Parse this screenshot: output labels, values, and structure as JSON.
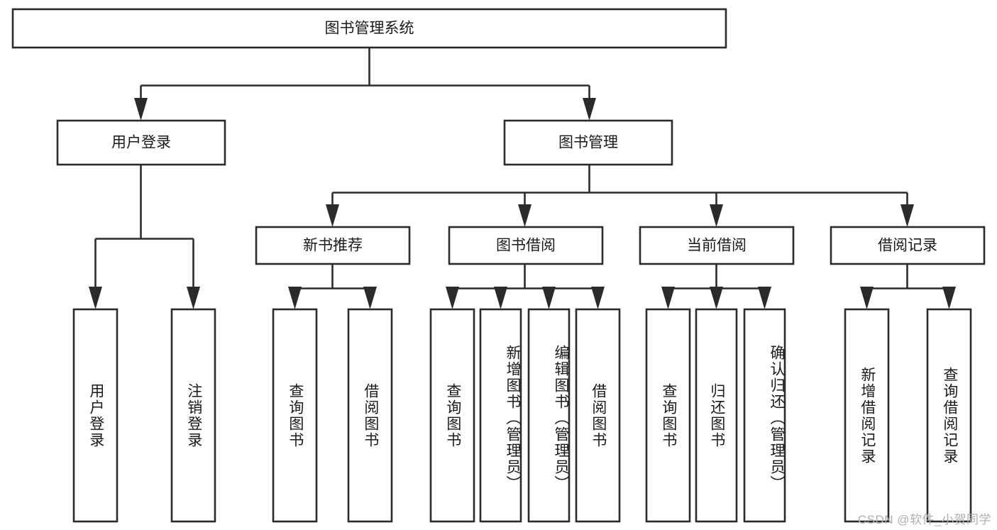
{
  "diagram": {
    "type": "tree-hierarchy",
    "title": "图书管理系统",
    "watermark": "CSDN @软件_小贺同学",
    "levels": {
      "root": {
        "label": "图书管理系统"
      },
      "level2": [
        {
          "id": "user-login",
          "label": "用户登录"
        },
        {
          "id": "book-management",
          "label": "图书管理"
        }
      ],
      "level3": [
        {
          "id": "new-book-recommend",
          "label": "新书推荐",
          "parent": "book-management"
        },
        {
          "id": "book-borrow",
          "label": "图书借阅",
          "parent": "book-management"
        },
        {
          "id": "current-borrow",
          "label": "当前借阅",
          "parent": "book-management"
        },
        {
          "id": "borrow-record",
          "label": "借阅记录",
          "parent": "book-management"
        }
      ],
      "leaves": [
        {
          "id": "leaf-user-login",
          "label": "用户登录",
          "parent": "user-login"
        },
        {
          "id": "leaf-logout-login",
          "label": "注销登录",
          "parent": "user-login"
        },
        {
          "id": "leaf-query-book-1",
          "label": "查询图书",
          "parent": "new-book-recommend"
        },
        {
          "id": "leaf-borrow-book-1",
          "label": "借阅图书",
          "parent": "new-book-recommend"
        },
        {
          "id": "leaf-query-book-2",
          "label": "查询图书",
          "parent": "book-borrow"
        },
        {
          "id": "leaf-add-book",
          "label": "新增图书（管理员）",
          "parent": "book-borrow"
        },
        {
          "id": "leaf-edit-book",
          "label": "编辑图书（管理员）",
          "parent": "book-borrow"
        },
        {
          "id": "leaf-borrow-book-2",
          "label": "借阅图书",
          "parent": "book-borrow"
        },
        {
          "id": "leaf-query-book-3",
          "label": "查询图书",
          "parent": "current-borrow"
        },
        {
          "id": "leaf-return-book",
          "label": "归还图书",
          "parent": "current-borrow"
        },
        {
          "id": "leaf-confirm-return",
          "label": "确认归还（管理员）",
          "parent": "current-borrow"
        },
        {
          "id": "leaf-add-record",
          "label": "新增借阅记录",
          "parent": "borrow-record"
        },
        {
          "id": "leaf-query-record",
          "label": "查询借阅记录",
          "parent": "borrow-record"
        }
      ]
    },
    "colors": {
      "stroke": "#2b2b2b",
      "fill": "#ffffff",
      "text": "#1a1a1a",
      "watermark": "#b0b0b0"
    }
  }
}
